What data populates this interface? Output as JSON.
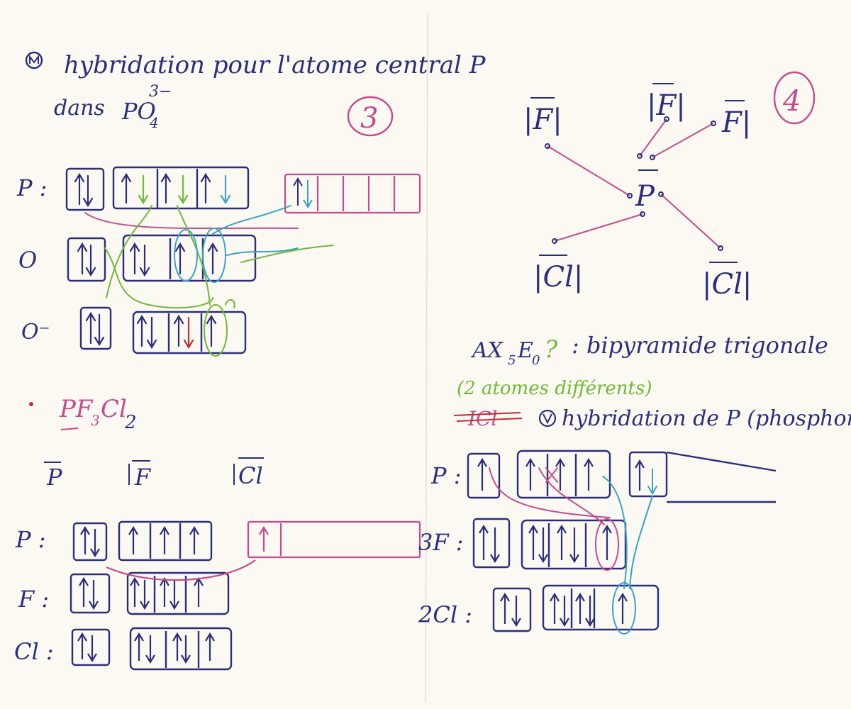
{
  "colors": {
    "ink_blue": "#2c2e7d",
    "ink_pink": "#c54b8e",
    "ink_green": "#6fba3a",
    "ink_cyan": "#3aa3c8",
    "ink_red": "#c52a3a",
    "paper": "#fbf9f1"
  },
  "left": {
    "title_line1": "hybridation pour l'atome central P",
    "title_line2": "dans",
    "ion": "PO",
    "ion_sub": "4",
    "ion_sup": "3−",
    "exercise_number": "3",
    "rows": [
      {
        "label": "P :"
      },
      {
        "label": "O"
      },
      {
        "label": "O⁻"
      }
    ],
    "molecule2": {
      "name": "PF",
      "sub1": "3",
      "name2": "Cl",
      "sub2": "2"
    },
    "lewis_atoms": [
      "P",
      "F",
      "Cl"
    ],
    "config_rows": [
      {
        "label": "P :"
      },
      {
        "label": "F :"
      },
      {
        "label": "Cl :"
      }
    ]
  },
  "right": {
    "exercise_number": "4",
    "atoms": {
      "F_left": "|F|",
      "F_mid": "|F|",
      "F_right": "F|",
      "P_center": "P",
      "Cl_left": "|Cl|",
      "Cl_right": "|Cl|"
    },
    "formula": "AX",
    "formula_sub5": "5",
    "formula_E": "E",
    "formula_sub0": "0",
    "question_mark": "?",
    "geometry": ": bipyramide trigonale",
    "note": "(2 atomes différents)",
    "crossed": "ICl",
    "hybrid_title": "hybridation de P (phosphore)",
    "config_rows": [
      {
        "label": "P :"
      },
      {
        "label": "3F :"
      },
      {
        "label": "2Cl :"
      }
    ]
  }
}
